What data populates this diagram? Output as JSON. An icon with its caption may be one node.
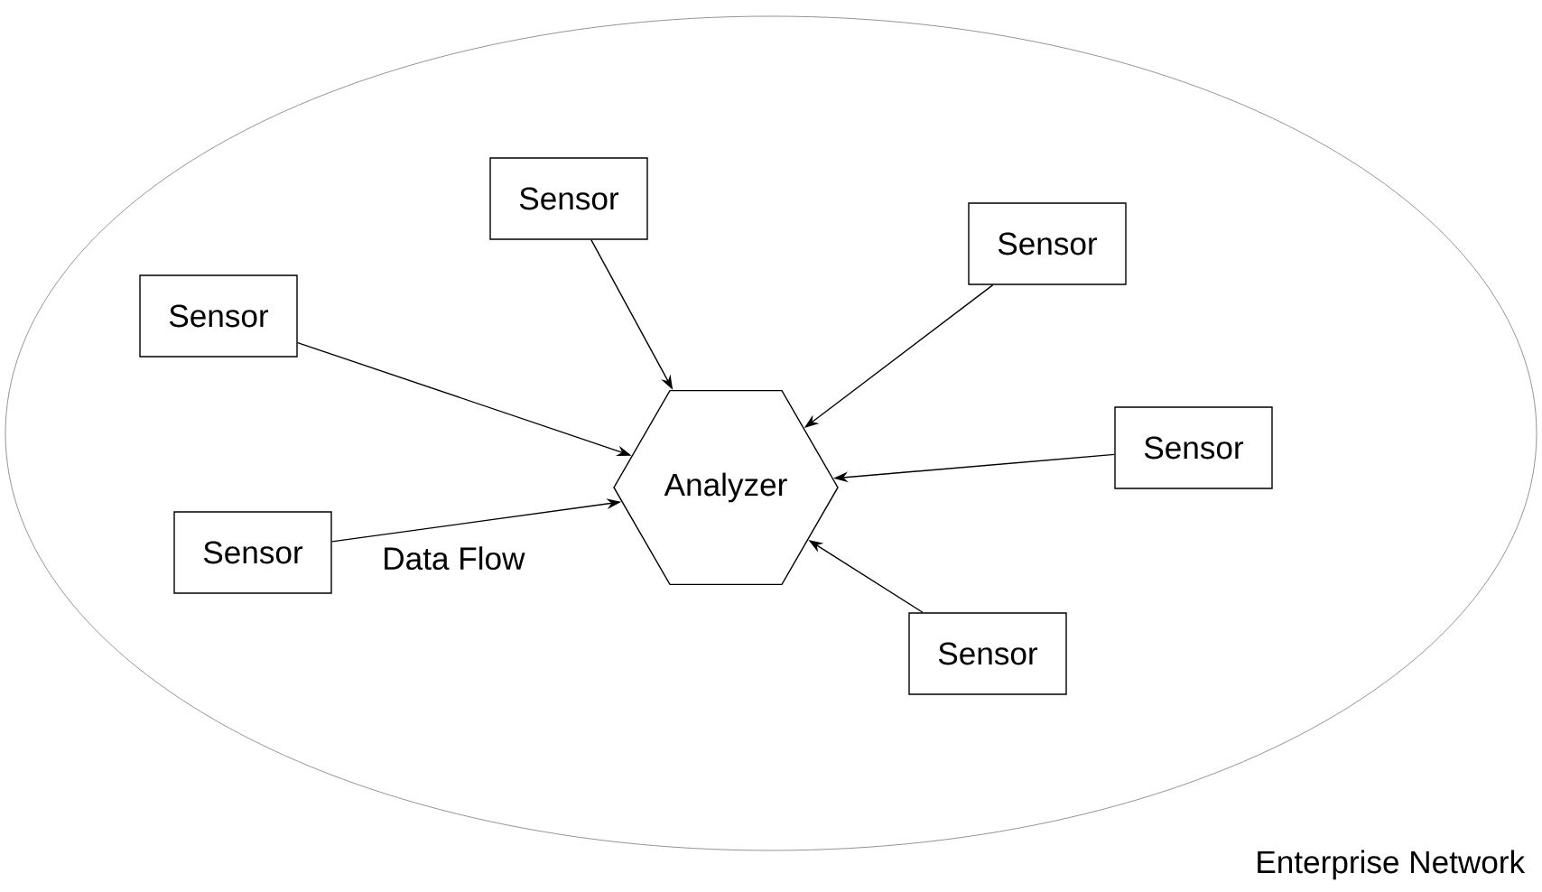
{
  "diagram": {
    "nodes": [
      {
        "text": [
          "Enterprise Network"
        ]
      },
      {
        "text": [
          "Sensor"
        ],
        "in": 0
      },
      {
        "text": [
          "Sensor"
        ],
        "in": 0
      },
      {
        "text": [
          "Sensor"
        ],
        "in": 0
      },
      {
        "text": [
          "Analyzer"
        ],
        "in": 0
      },
      {
        "text": [
          "Sensor"
        ],
        "in": 0
      },
      {
        "text": [
          "Sensor"
        ],
        "in": 0
      },
      {
        "text": [
          "Sensor"
        ],
        "in": 0
      }
    ],
    "edges": [
      {
        "from": 1,
        "to": 4,
        "arrow": "to"
      },
      {
        "from": 2,
        "to": 4,
        "arrow": "to"
      },
      {
        "from": 3,
        "to": 4,
        "arrow": "to"
      },
      {
        "from": 5,
        "to": 4,
        "arrow": "to"
      },
      {
        "from": 6,
        "to": 4,
        "arrow": "to",
        "label": "Data Flow"
      },
      {
        "from": 7,
        "to": 4,
        "arrow": "to"
      }
    ]
  }
}
